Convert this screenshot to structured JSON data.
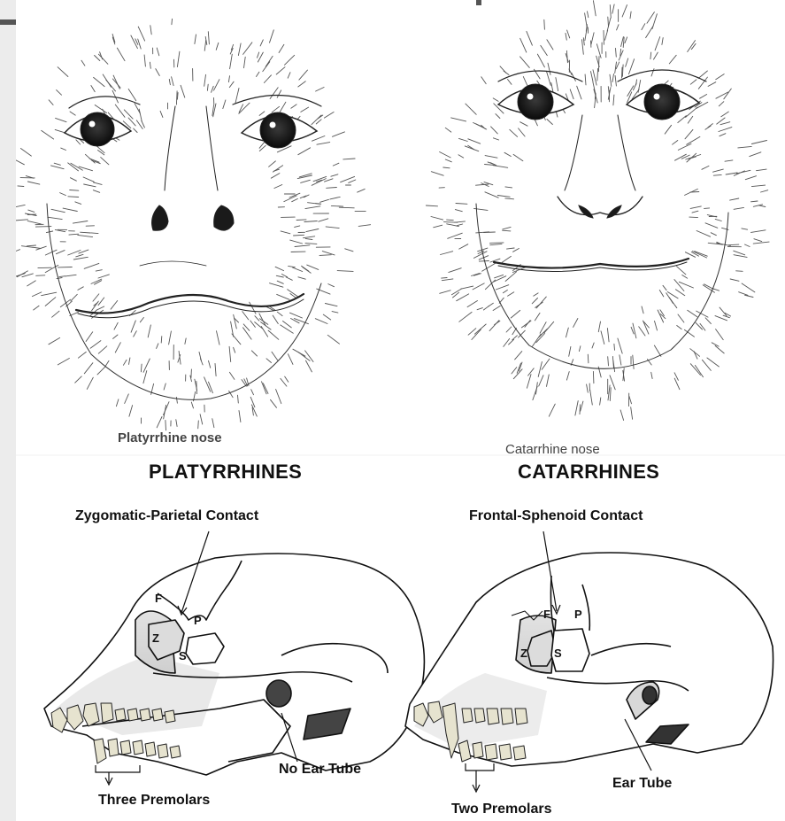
{
  "faces": {
    "platyrrhine_caption": "Platyrrhine nose",
    "catarrhine_caption": "Catarrhine nose"
  },
  "skulls": {
    "platyrrhines": {
      "heading": "PLATYRRHINES",
      "contact_label": "Zygomatic-Parietal Contact",
      "bone_f": "F",
      "bone_p": "P",
      "bone_z": "Z",
      "bone_s": "S",
      "ear_label": "No Ear Tube",
      "premolar_label": "Three Premolars"
    },
    "catarrhines": {
      "heading": "CATARRHINES",
      "contact_label": "Frontal-Sphenoid Contact",
      "bone_f": "F",
      "bone_p": "P",
      "bone_z": "Z",
      "bone_s": "S",
      "ear_label": "Ear Tube",
      "premolar_label": "Two Premolars"
    }
  }
}
